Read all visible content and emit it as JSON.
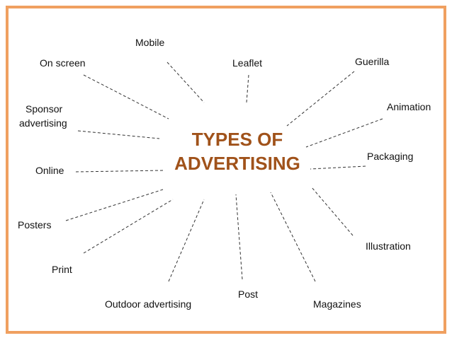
{
  "diagram": {
    "center_title_line1": "TYPES OF",
    "center_title_line2": "ADVERTISING",
    "title_color": "#a0521a",
    "frame_color": "#f0a060",
    "items": {
      "mobile": "Mobile",
      "on_screen": "On screen",
      "leaflet": "Leaflet",
      "guerilla": "Guerilla",
      "sponsor_1": "Sponsor",
      "sponsor_2": "advertising",
      "animation": "Animation",
      "packaging": "Packaging",
      "online": "Online",
      "posters": "Posters",
      "illustration": "Illustration",
      "print": "Print",
      "post": "Post",
      "outdoor": "Outdoor advertising",
      "magazines": "Magazines"
    }
  }
}
